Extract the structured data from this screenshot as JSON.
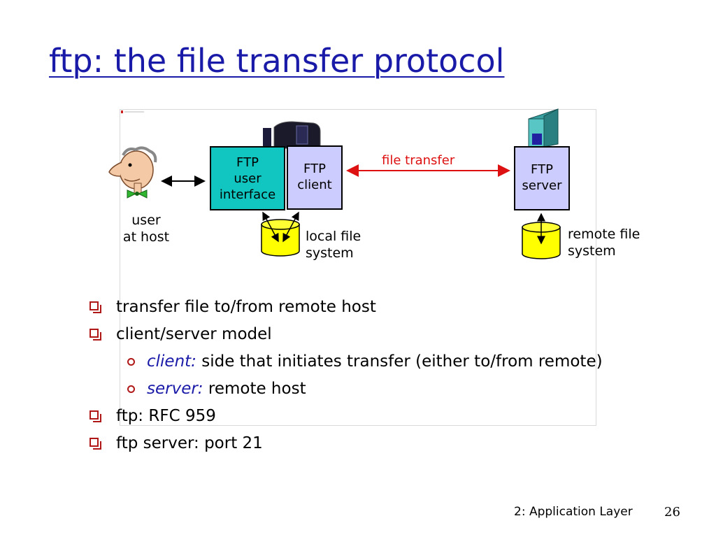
{
  "slide": {
    "title": "ftp: the file transfer protocol",
    "footer": "2: Application Layer",
    "page_number": "26"
  },
  "diagram": {
    "ftp_user_interface": [
      "FTP",
      "user",
      "interface"
    ],
    "ftp_client": [
      "FTP",
      "client"
    ],
    "ftp_server": [
      "FTP",
      "server"
    ],
    "file_transfer_label": "file transfer",
    "user_label": [
      "user",
      "at host"
    ],
    "local_fs_label": [
      "local file",
      "system"
    ],
    "remote_fs_label": [
      "remote file",
      "system"
    ],
    "colors": {
      "ui_box": "#11c6c0",
      "client_box": "#ccccff",
      "server_box": "#ccccff",
      "transfer_arrow": "#dd1111",
      "disk": "#ffff00"
    },
    "icons": [
      "person-icon",
      "workstation-icon",
      "server-tower-icon",
      "database-icon"
    ]
  },
  "bullets": [
    {
      "text": "transfer file to/from remote host"
    },
    {
      "text": "client/server model"
    },
    {
      "keyword": "client:",
      "text": " side that initiates transfer (either to/from remote)"
    },
    {
      "keyword": "server:",
      "text": " remote host"
    },
    {
      "text": "ftp: RFC 959"
    },
    {
      "text": "ftp server: port 21"
    }
  ]
}
